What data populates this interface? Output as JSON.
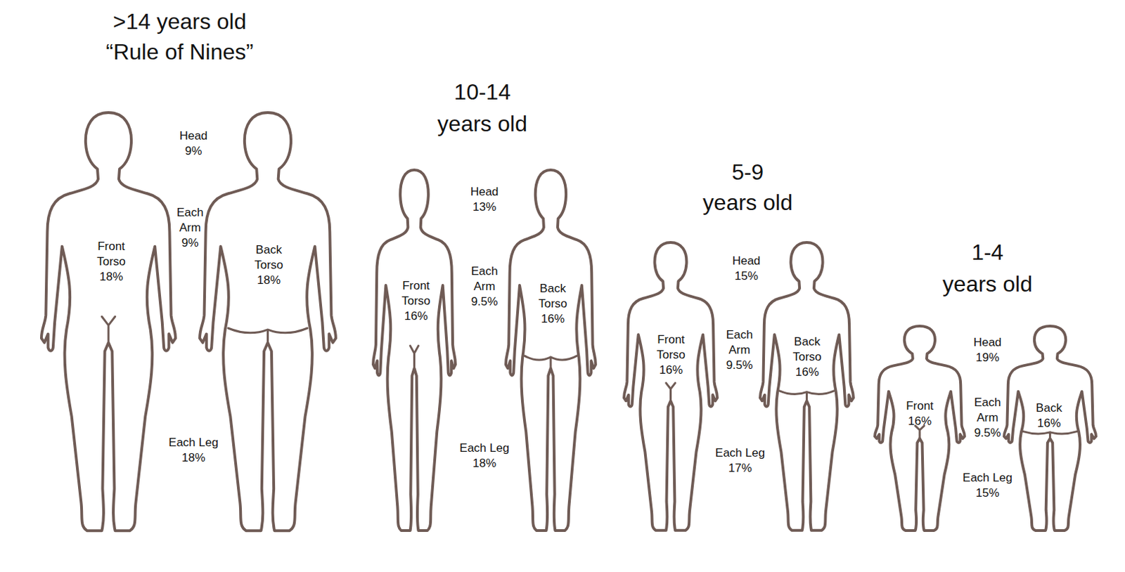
{
  "diagram": {
    "labels": [
      ">14 years old",
      "“Rule of Nines”",
      "Head 9%",
      "Each Arm 9%",
      "Front Torso 18%",
      "Back Torso 18%",
      "Each Leg 18%",
      "10-14",
      "years old",
      "Head 13%",
      "Each Arm 9.5%",
      "Front Torso 16%",
      "Back Torso 16%",
      "Each Leg 18%",
      "5-9",
      "years old",
      "Head 15%",
      "Each Arm 9.5%",
      "Front Torso 16%",
      "Back Torso 16%",
      "Each Leg 17%",
      "1-4",
      "years old",
      "Head 19%",
      "Each Arm 9.5%",
      "Front 16%",
      "Back 16%",
      "Each Leg 15%"
    ]
  }
}
